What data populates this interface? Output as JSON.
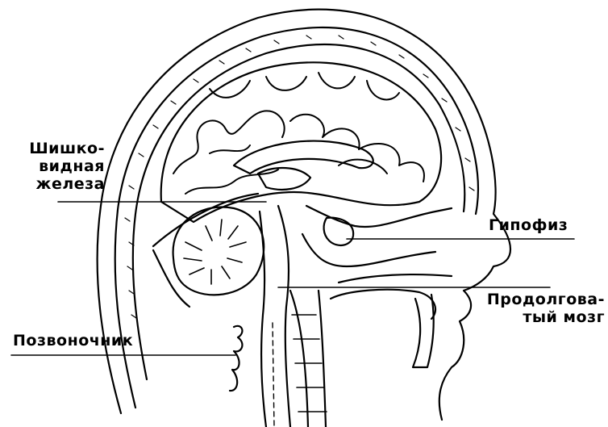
{
  "labels": {
    "pineal_line1": "Шишко-",
    "pineal_line2": "видная",
    "pineal_line3": "железа",
    "pituitary": "Гипофиз",
    "medulla_line1": "Продолгова-",
    "medulla_line2": "тый мозг",
    "spine": "Позвоночник"
  },
  "colors": {
    "ink": "#000000",
    "background": "#ffffff"
  }
}
